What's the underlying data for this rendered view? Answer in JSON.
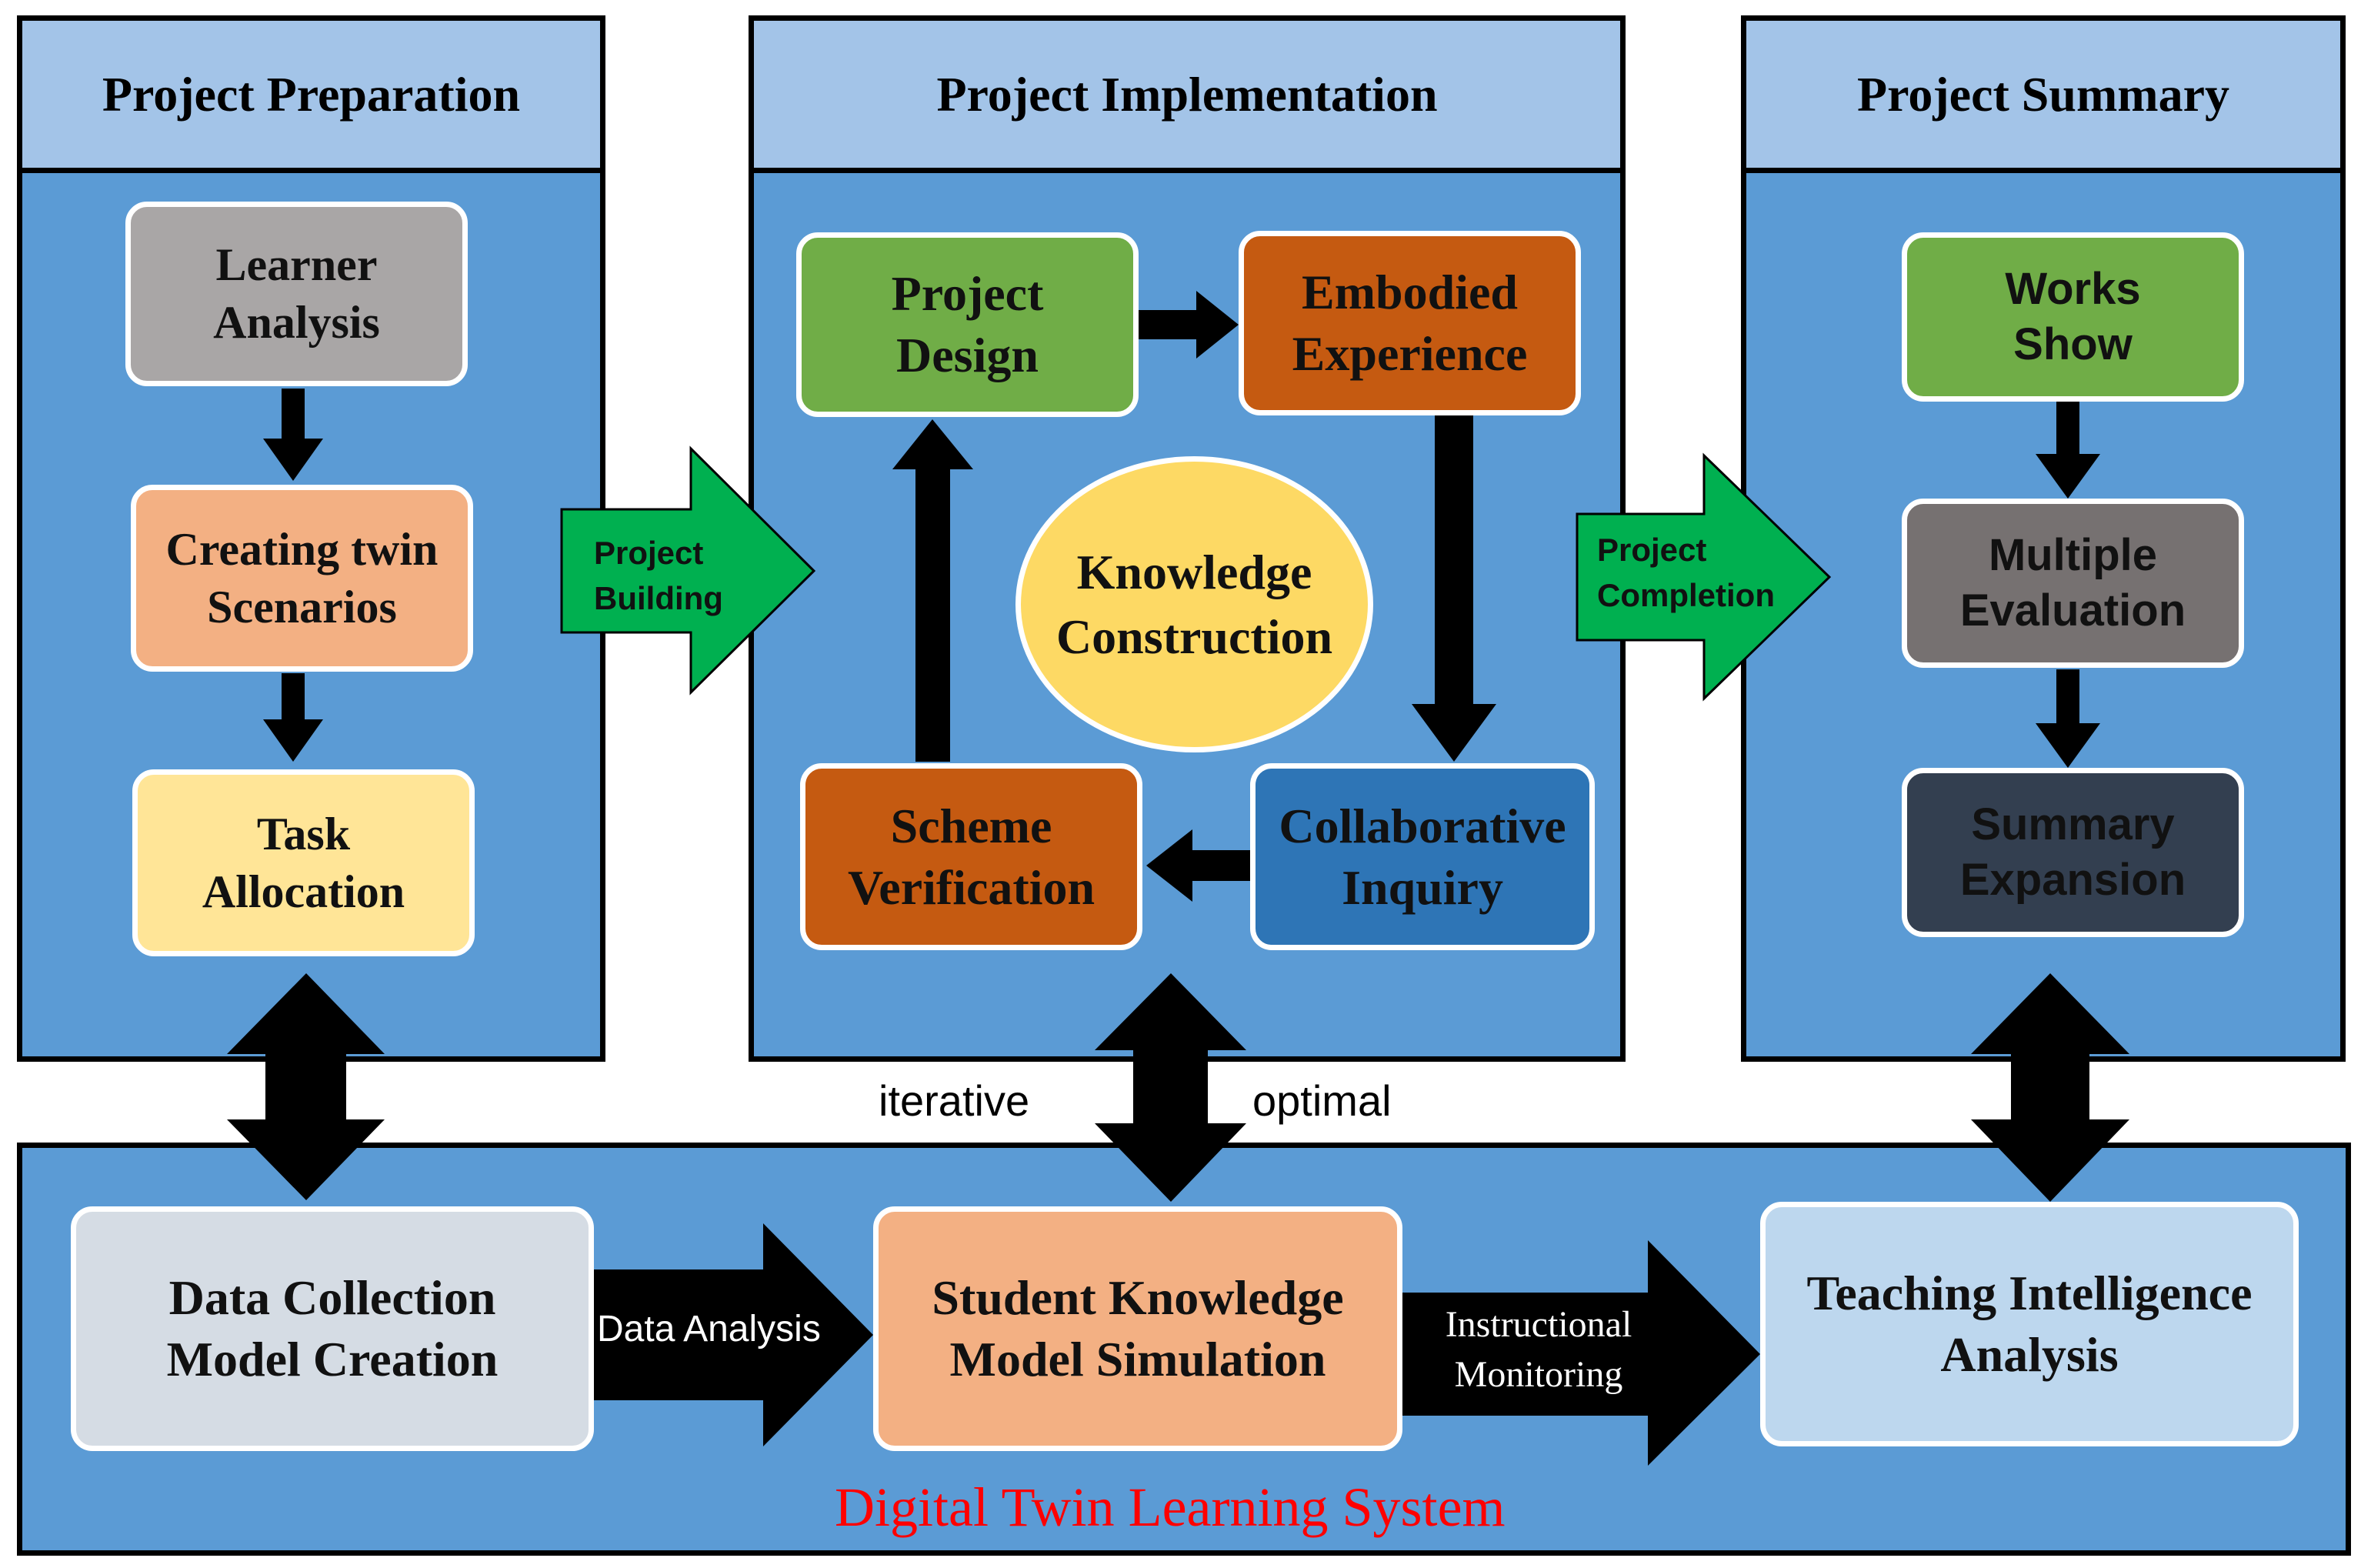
{
  "colors": {
    "panel_blue": "#5b9bd5",
    "header_blue": "#a3c4e8",
    "gray": "#a9a6a6",
    "salmon": "#f3b083",
    "pale_yellow": "#ffe597",
    "green": "#70ad47",
    "burnt_orange": "#c55a11",
    "dark_blue": "#2e75b6",
    "dark_gray": "#767171",
    "navy": "#333f50",
    "ellipse_yellow": "#fdd964",
    "light_gray_blue": "#d5dce4",
    "light_blue": "#bdd7ee",
    "arrow_green": "#00b050",
    "system_red": "#ff0000"
  },
  "sections": {
    "preparation": "Project Preparation",
    "implementation": "Project Implementation",
    "summary": "Project Summary"
  },
  "preparation_nodes": {
    "learner": "Learner\nAnalysis",
    "creating": "Creating twin\nScenarios",
    "task": "Task\nAllocation"
  },
  "implementation_nodes": {
    "design": "Project\nDesign",
    "embodied": "Embodied\nExperience",
    "collaborative": "Collaborative\nInquiry",
    "scheme": "Scheme\nVerification",
    "knowledge": "Knowledge\nConstruction"
  },
  "summary_nodes": {
    "works": "Works\nShow",
    "multiple": "Multiple\nEvaluation",
    "expansion": "Summary\nExpansion"
  },
  "transitions": {
    "building": "Project\nBuilding",
    "completion": "Project\nCompletion"
  },
  "system": {
    "data_collection": "Data Collection\nModel Creation",
    "data_analysis": "Data Analysis",
    "student_model": "Student Knowledge\nModel Simulation",
    "instructional": "Instructional\nMonitoring",
    "teaching": "Teaching Intelligence\nAnalysis",
    "title": "Digital Twin Learning System"
  },
  "side_labels": {
    "iterative": "iterative",
    "optimal": "optimal"
  }
}
